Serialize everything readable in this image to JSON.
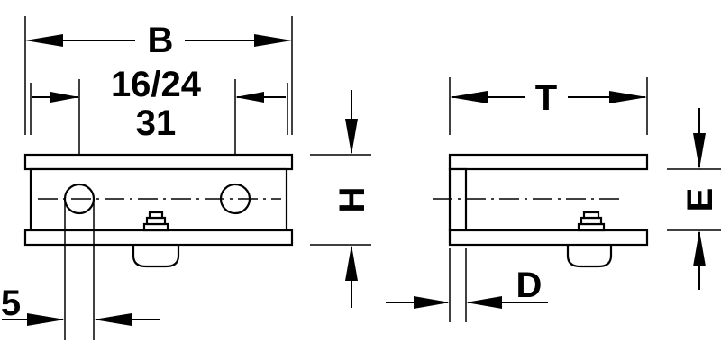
{
  "labels": {
    "width": "B",
    "width_value_1": "16/24",
    "width_value_2": "31",
    "hole_dim": "5",
    "height": "H",
    "depth": "T",
    "offset": "D",
    "inner": "E"
  },
  "colors": {
    "line": "#000000",
    "background": "#ffffff"
  }
}
